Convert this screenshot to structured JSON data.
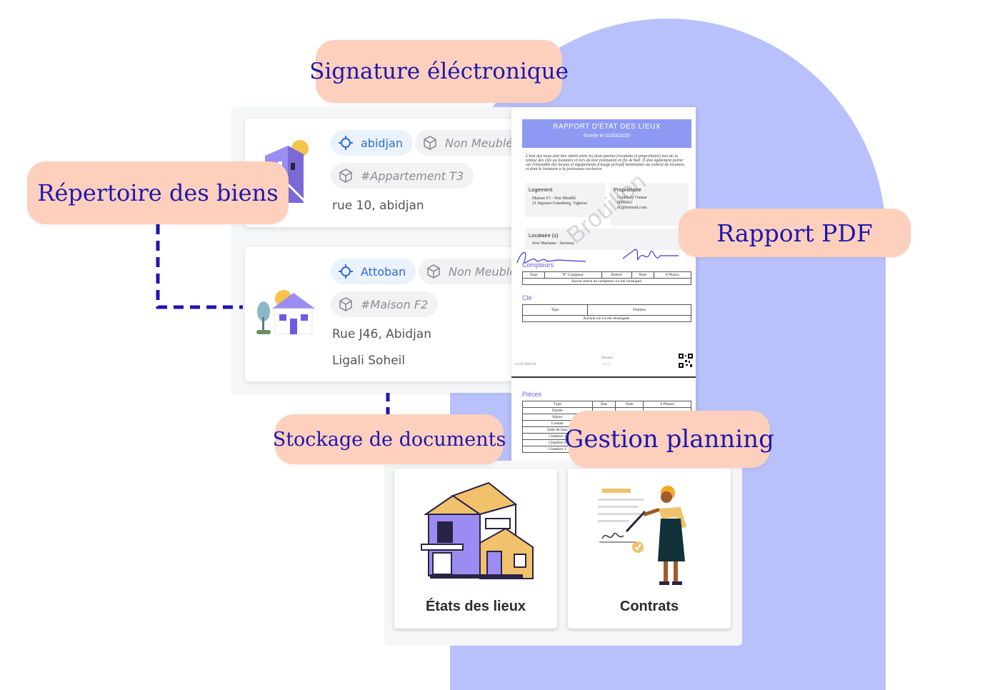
{
  "features": {
    "signature": "Signature éléctronique",
    "repertoire": "Répertoire des biens",
    "rapport_pdf": "Rapport PDF",
    "stockage": "Stockage de documents",
    "planning": "Gestion planning"
  },
  "properties": [
    {
      "location": "abidjan",
      "furnishing": "Non Meublé",
      "tag": "#Appartement T3",
      "address": "rue 10, abidjan",
      "owner": ""
    },
    {
      "location": "Attoban",
      "furnishing": "Non Meublé",
      "tag": "#Maison F2",
      "address": "Rue J46, Abidjan",
      "owner": "Ligali Soheil"
    }
  ],
  "report": {
    "title": "RAPPORT D'ÉTAT DES LIEUX",
    "subtitle": "Entrée le 01/03/2025",
    "intro": "L'état des lieux doit être établi entre les deux parties (locataire et propriétaire) lors de la remise des clés au locataire et lors de leur restitution en fin de bail. Il doit également porter sur l'ensemble des locaux et équipements d'usage privatif mentionnés au contrat de location, et dont le locataire a la jouissance exclusive.",
    "logement_label": "Logement",
    "logement_lines": [
      "Maison F3 - Non Meublé",
      "21 Impasse Gutenberg, Vigneux"
    ],
    "proprietaire_label": "Propriétaire",
    "proprietaire_lines": [
      "Coulibaly Oumar",
      "0005663",
      "oc@hotmail.com"
    ],
    "locataire_label": "Locataire (s)",
    "locataire_line": "Sow Mariame : Savenay",
    "watermark": "Brouillon",
    "compteurs_label": "Compteurs",
    "compteurs_headers": [
      "Type",
      "N° Compteur",
      "Relevé",
      "Note",
      "# Photos"
    ],
    "compteurs_empty": "Aucun relevé de compteurs n'a été renseigné.",
    "cle_label": "Clé",
    "cle_headers": [
      "Type",
      "Nombre"
    ],
    "cle_empty": "Aucune clé n'a été renseignée.",
    "footer_left": "v1.0.0 2024-10",
    "footer_center_top": "- Dossya -",
    "footer_center_bottom": "1 / 3",
    "pieces_label": "Pièces",
    "pieces_headers": [
      "Type",
      "État",
      "Note",
      "# Photos"
    ],
    "pieces_rows": [
      "Entrée",
      "Séjour",
      "Cuisine",
      "Salle de bain",
      "Chambre 1",
      "Chambre 2",
      "Chambre 3"
    ]
  },
  "tiles": [
    {
      "label": "États des lieux"
    },
    {
      "label": "Contrats"
    }
  ],
  "colors": {
    "accent": "#1f17b0",
    "pill": "#fcd0bc",
    "arch": "#b8c1fb",
    "report_header": "#8e99f3",
    "house": "#9b8cf2",
    "roof": "#f1c16b"
  },
  "icons": [
    "location-target-icon",
    "cube-icon",
    "house-illustration",
    "contract-illustration",
    "qr-code-icon"
  ]
}
